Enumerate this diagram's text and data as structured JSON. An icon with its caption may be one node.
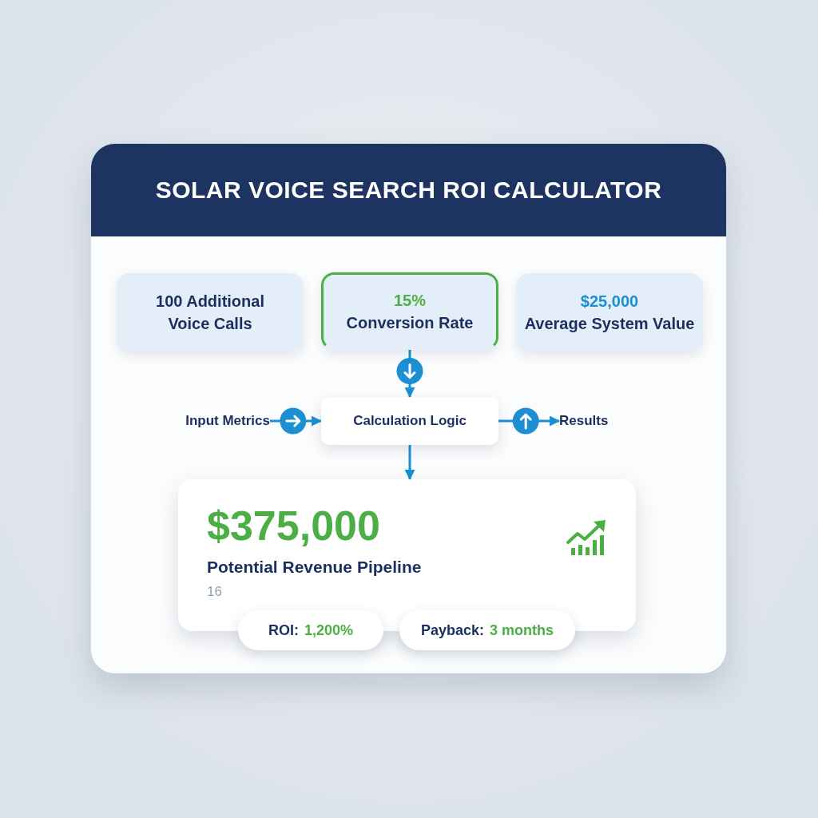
{
  "diagram": {
    "title": "SOLAR VOICE SEARCH ROI CALCULATOR",
    "nodes": [
      {
        "text": [
          "100 Additional Voice Calls"
        ]
      },
      {
        "text": [
          "15%",
          "Conversion Rate"
        ]
      },
      {
        "text": [
          "$25,000",
          "Average System Value"
        ]
      },
      {
        "text": [
          "Input Metrics"
        ]
      },
      {
        "text": [
          "Calculation Logic"
        ]
      },
      {
        "text": [
          "Results"
        ]
      },
      {
        "text": [
          "$375,000",
          "Potential Revenue Pipeline",
          "16"
        ]
      },
      {
        "text": [
          "ROI:",
          "1,200%"
        ]
      },
      {
        "text": [
          "Payback:",
          "3 months"
        ]
      }
    ],
    "edges": [
      {
        "from": 1,
        "to": 4,
        "arrow": "to"
      },
      {
        "from": 3,
        "to": 4,
        "arrow": "to"
      },
      {
        "from": 4,
        "to": 5,
        "arrow": "to"
      },
      {
        "from": 4,
        "to": 6,
        "arrow": "to"
      }
    ]
  }
}
